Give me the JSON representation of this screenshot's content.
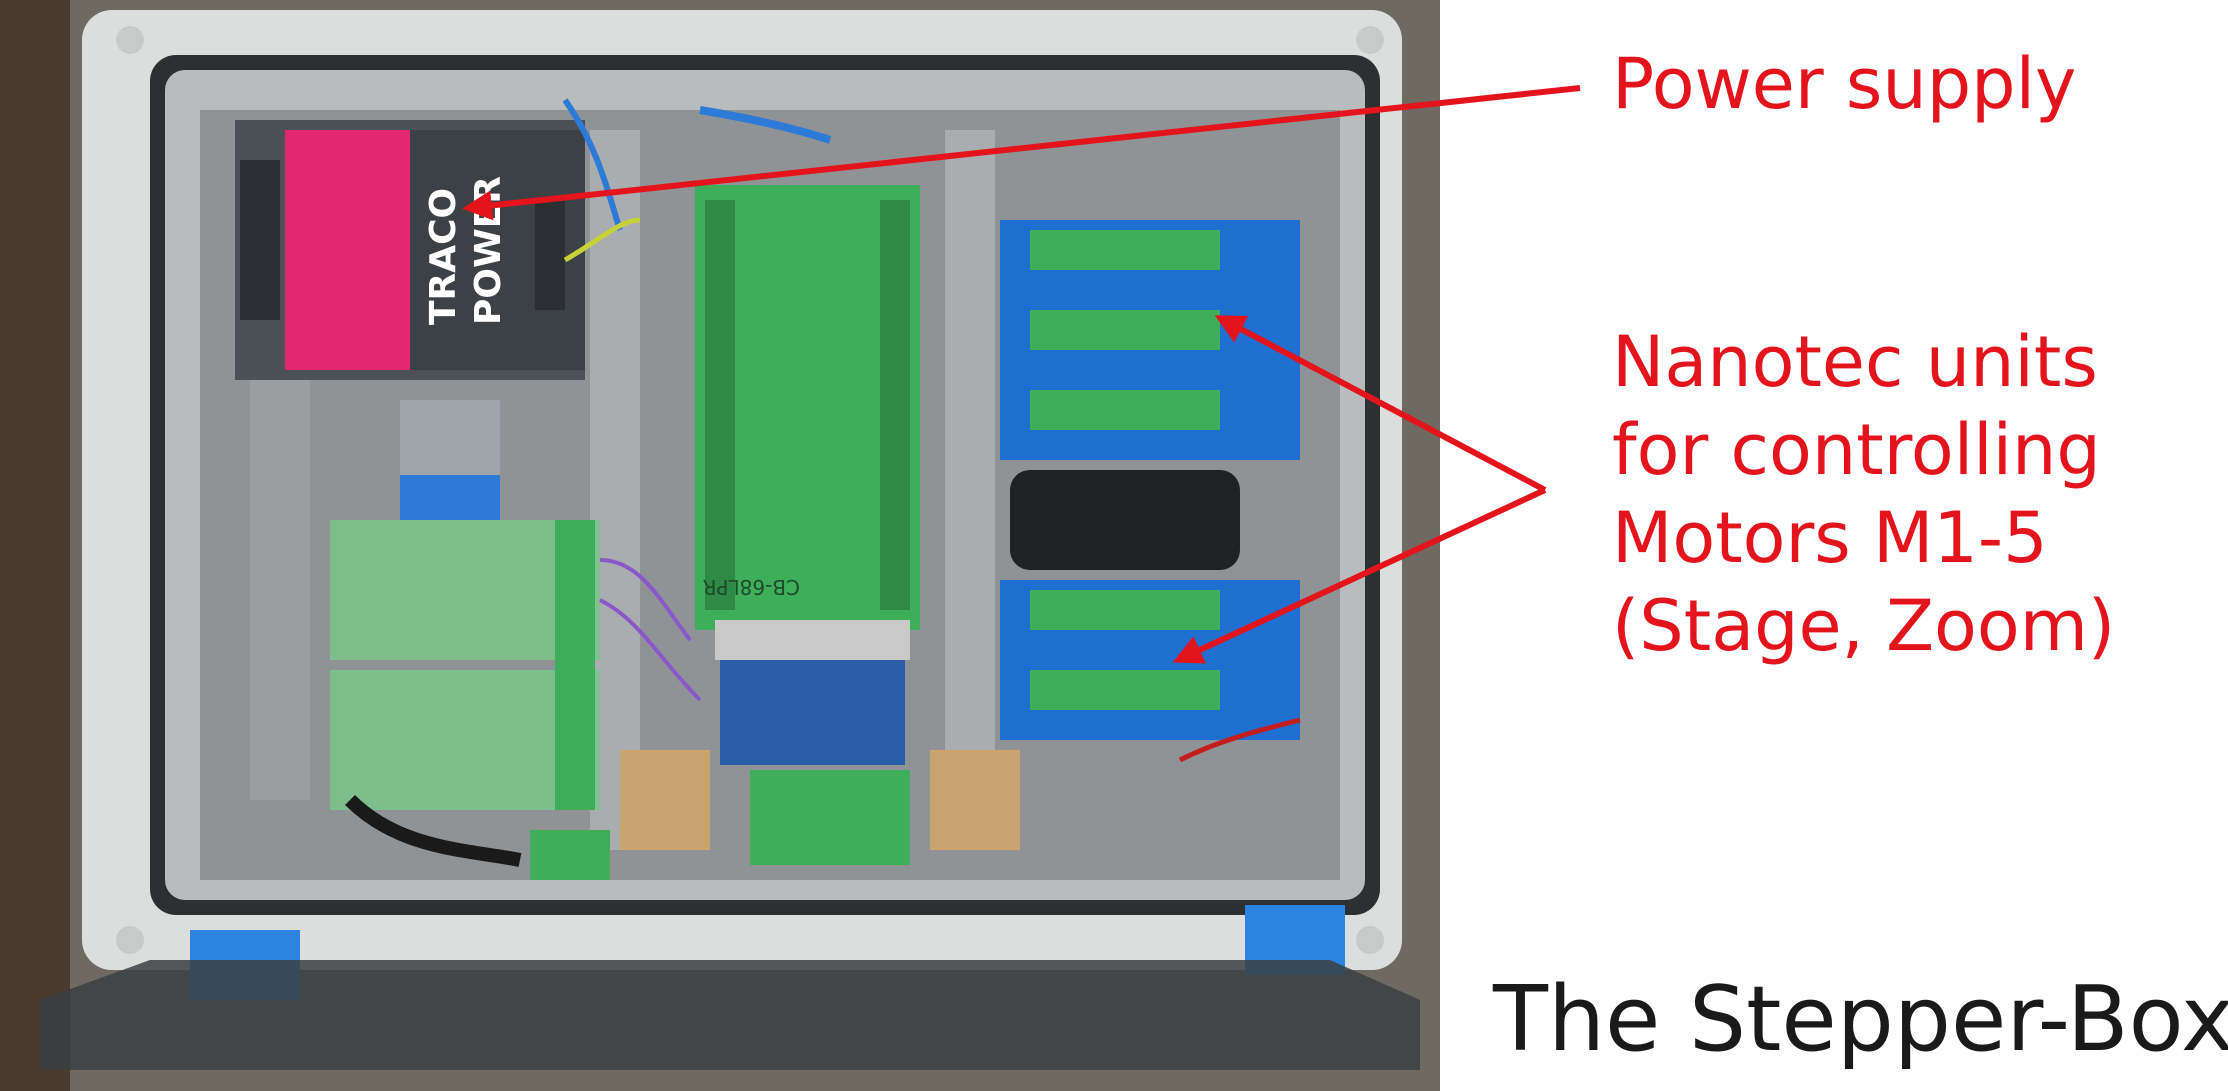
{
  "annotations": {
    "power_supply": "Power supply",
    "nanotec_lines": [
      "Nanotec units",
      "for controlling",
      "Motors M1-5",
      "(Stage, Zoom)"
    ]
  },
  "caption": "The Stepper-Box",
  "device_labels": {
    "power_brand_line1": "TRACO",
    "power_brand_line2": "POWER",
    "breakout_board": "CB-68LPR"
  },
  "colors": {
    "annotation_red": "#e3141c",
    "caption_text": "#1a1a1a",
    "terminal_green": "#3fae5a",
    "nanotec_blue": "#1f6fd1",
    "traco_magenta": "#e2266f"
  },
  "icons": [
    "arrow-to-power-supply",
    "arrow-to-nanotec-upper",
    "arrow-to-nanotec-lower"
  ]
}
